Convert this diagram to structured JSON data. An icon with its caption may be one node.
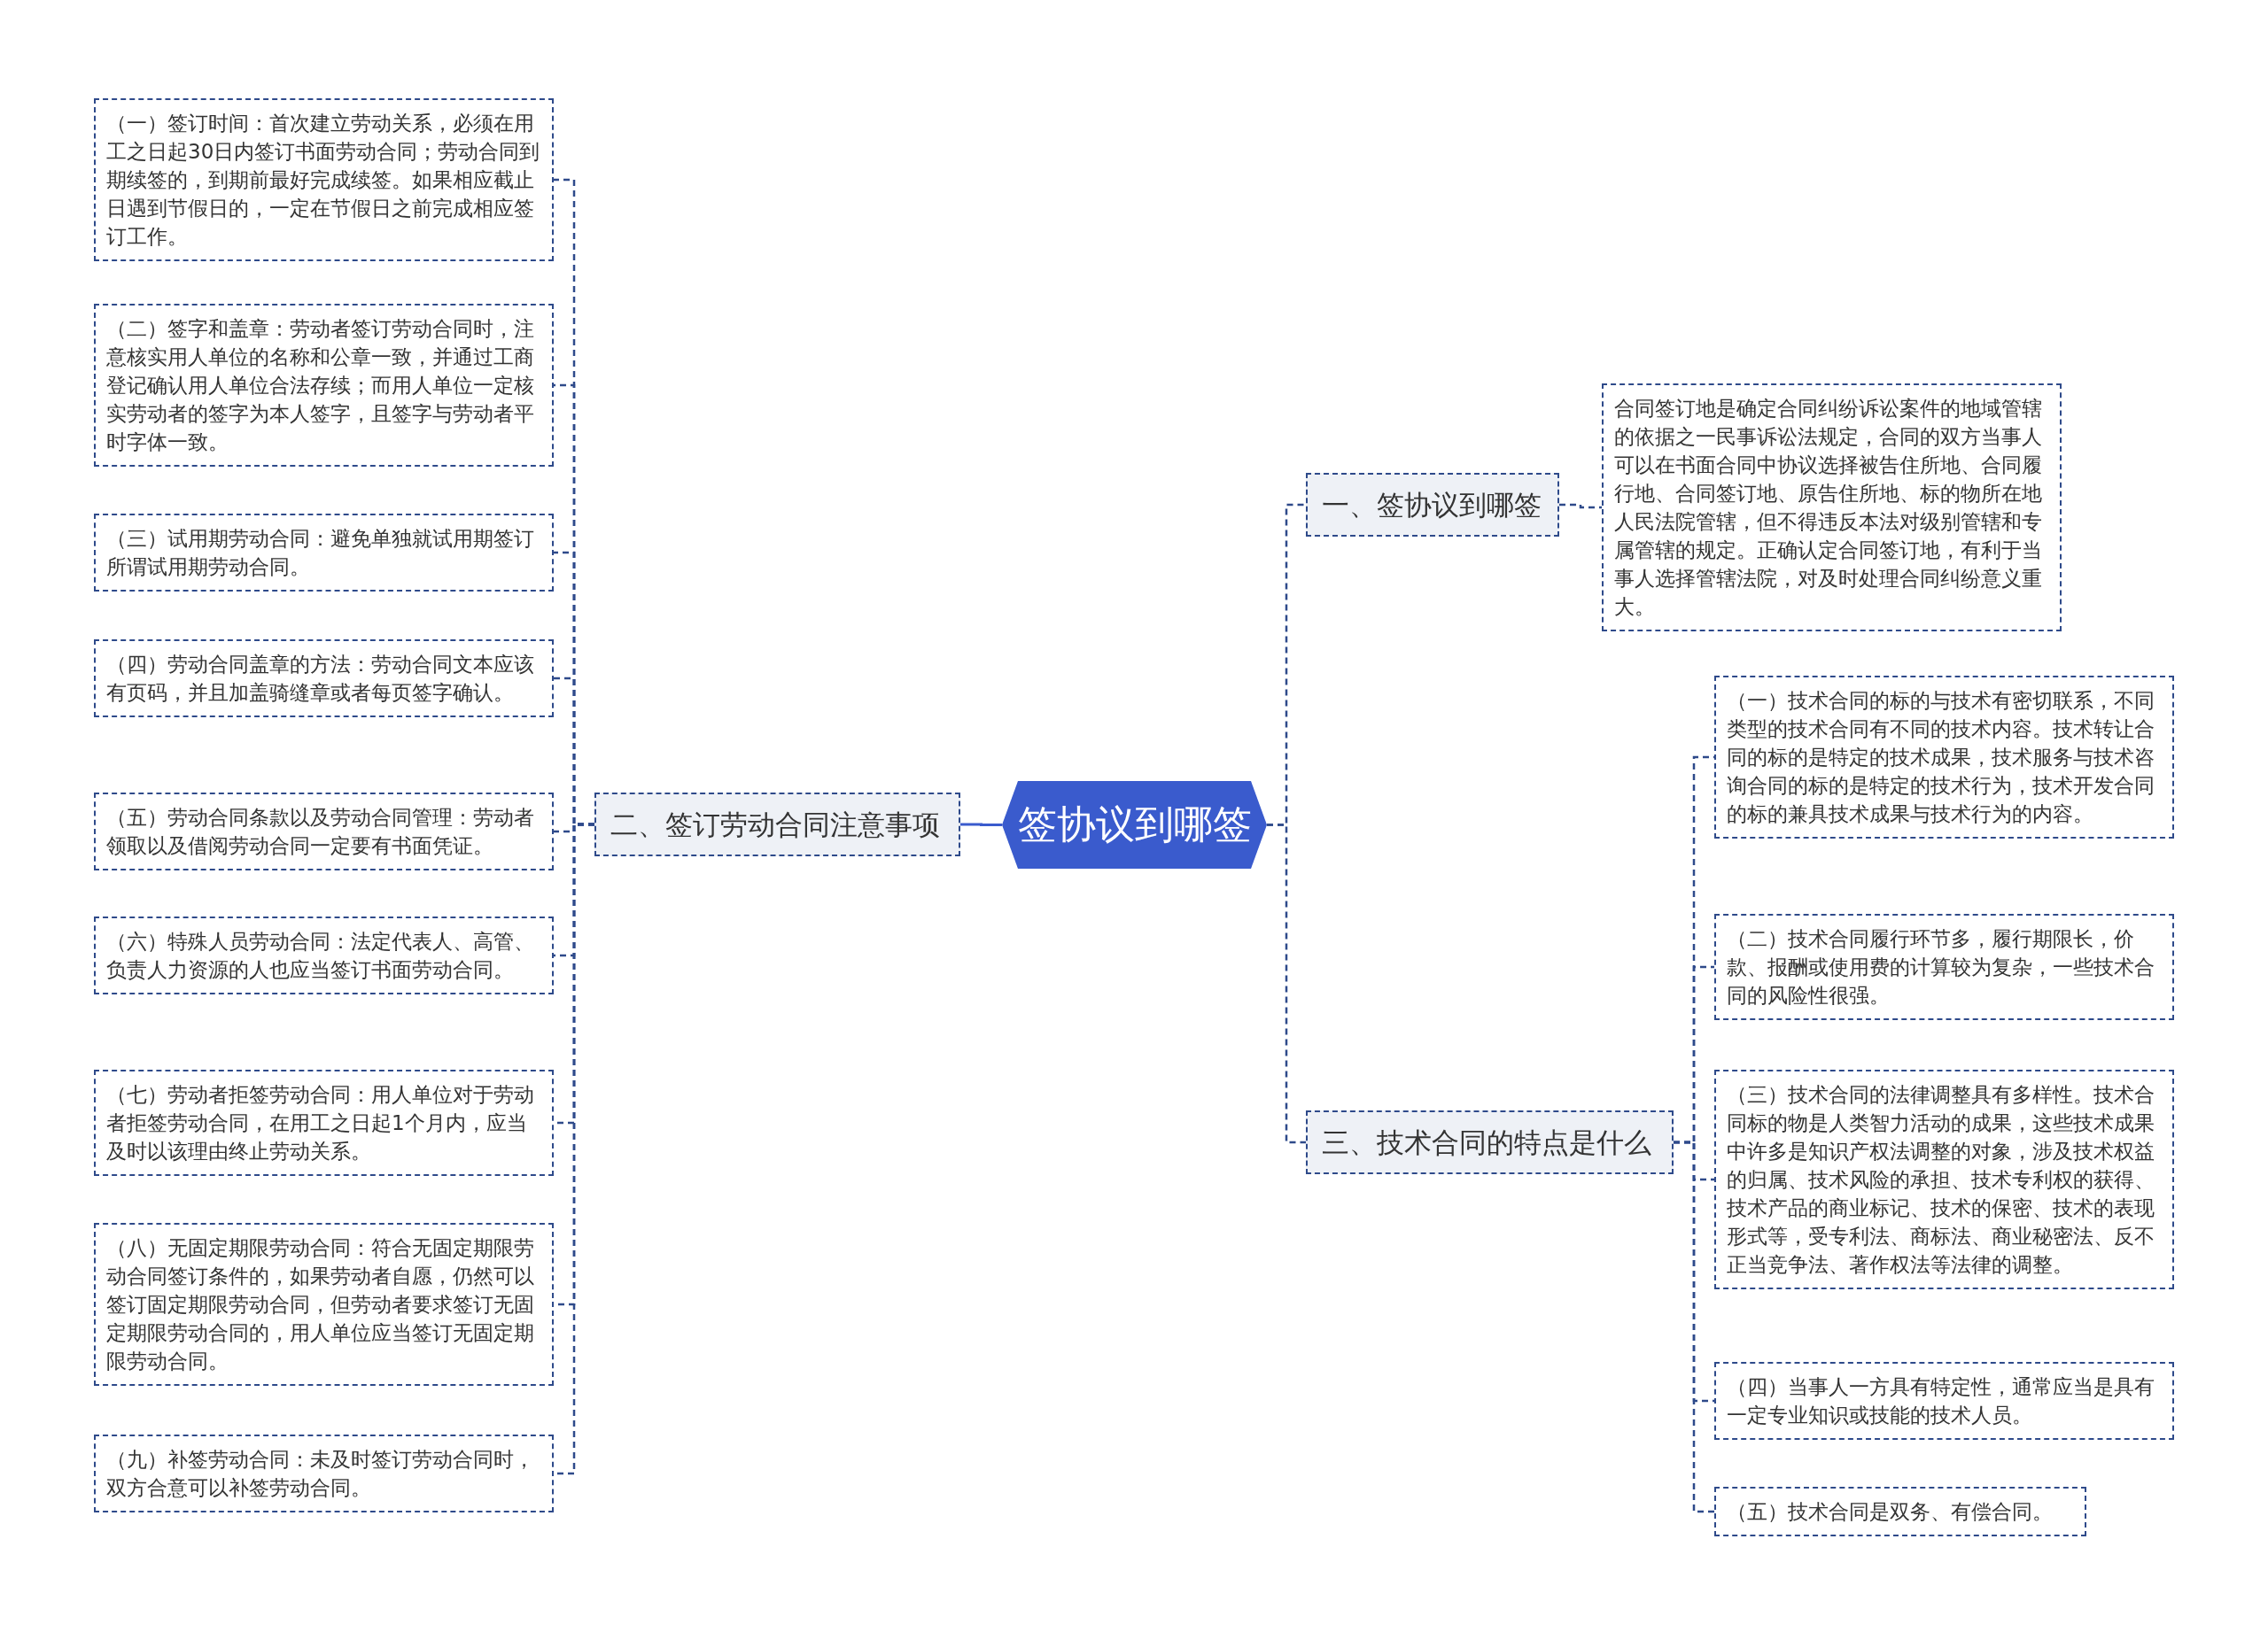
{
  "diagram": {
    "nodes": [
      {
        "text": [
          "签协议到哪签"
        ]
      },
      {
        "text": [
          "一、签协议到哪签"
        ]
      },
      {
        "text": [
          "合同签订地是确定合同纠纷诉讼案件的地域管辖的依据之一民事诉讼法规定，合同的双方当事人可以在书面合同中协议选择被告住所地、合同履行地、合同签订地、原告住所地、标的物所在地人民法院管辖，但不得违反本法对级别管辖和专属管辖的规定。正确认定合同签订地，有利于当事人选择管辖法院，对及时处理合同纠纷意义重大。"
        ]
      },
      {
        "text": [
          "二、签订劳动合同注意事项"
        ]
      },
      {
        "text": [
          "（一）签订时间：首次建立劳动关系，必须在用工之日起30日内签订书面劳动合同；劳动合同到期续签的，到期前最好完成续签。如果相应截止日遇到节假日的，一定在节假日之前完成相应签订工作。"
        ]
      },
      {
        "text": [
          "（二）签字和盖章：劳动者签订劳动合同时，注意核实用人单位的名称和公章一致，并通过工商登记确认用人单位合法存续；而用人单位一定核实劳动者的签字为本人签字，且签字与劳动者平时字体一致。"
        ]
      },
      {
        "text": [
          "（三）试用期劳动合同：避免单独就试用期签订所谓试用期劳动合同。"
        ]
      },
      {
        "text": [
          "（四）劳动合同盖章的方法：劳动合同文本应该有页码，并且加盖骑缝章或者每页签字确认。"
        ]
      },
      {
        "text": [
          "（五）劳动合同条款以及劳动合同管理：劳动者领取以及借阅劳动合同一定要有书面凭证。"
        ]
      },
      {
        "text": [
          "（六）特殊人员劳动合同：法定代表人、高管、负责人力资源的人也应当签订书面劳动合同。"
        ]
      },
      {
        "text": [
          "（七）劳动者拒签劳动合同：用人单位对于劳动者拒签劳动合同，在用工之日起1个月内，应当及时以该理由终止劳动关系。"
        ]
      },
      {
        "text": [
          "（八）无固定期限劳动合同：符合无固定期限劳动合同签订条件的，如果劳动者自愿，仍然可以签订固定期限劳动合同，但劳动者要求签订无固定期限劳动合同的，用人单位应当签订无固定期限劳动合同。"
        ]
      },
      {
        "text": [
          "（九）补签劳动合同：未及时签订劳动合同时，双方合意可以补签劳动合同。"
        ]
      },
      {
        "text": [
          "三、技术合同的特点是什么"
        ]
      },
      {
        "text": [
          "（一）技术合同的标的与技术有密切联系，不同类型的技术合同有不同的技术内容。技术转让合同的标的是特定的技术成果，技术服务与技术咨询合同的标的是特定的技术行为，技术开发合同的标的兼具技术成果与技术行为的内容。"
        ]
      },
      {
        "text": [
          "（二）技术合同履行环节多，履行期限长，价款、报酬或使用费的计算较为复杂，一些技术合同的风险性很强。"
        ]
      },
      {
        "text": [
          "（三）技术合同的法律调整具有多样性。技术合同标的物是人类智力活动的成果，这些技术成果中许多是知识产权法调整的对象，涉及技术权益的归属、技术风险的承担、技术专利权的获得、技术产品的商业标记、技术的保密、技术的表现形式等，受专利法、商标法、商业秘密法、反不正当竞争法、著作权法等法律的调整。"
        ]
      },
      {
        "text": [
          "（四）当事人一方具有特定性，通常应当是具有一定专业知识或技能的技术人员。"
        ]
      },
      {
        "text": [
          "（五）技术合同是双务、有偿合同。"
        ]
      }
    ],
    "edges": [
      {
        "from": 0,
        "to": 1,
        "arrow": "none",
        "style": "dashed"
      },
      {
        "from": 1,
        "to": 2,
        "arrow": "none",
        "style": "dashed"
      },
      {
        "from": 0,
        "to": 3,
        "arrow": "none"
      },
      {
        "from": 3,
        "to": 4,
        "arrow": "none",
        "style": "dashed"
      },
      {
        "from": 3,
        "to": 5,
        "arrow": "none",
        "style": "dashed"
      },
      {
        "from": 3,
        "to": 6,
        "arrow": "none",
        "style": "dashed"
      },
      {
        "from": 3,
        "to": 7,
        "arrow": "none",
        "style": "dashed"
      },
      {
        "from": 3,
        "to": 8,
        "arrow": "none",
        "style": "dashed"
      },
      {
        "from": 3,
        "to": 9,
        "arrow": "none",
        "style": "dashed"
      },
      {
        "from": 3,
        "to": 10,
        "arrow": "none",
        "style": "dashed"
      },
      {
        "from": 3,
        "to": 11,
        "arrow": "none",
        "style": "dashed"
      },
      {
        "from": 3,
        "to": 12,
        "arrow": "none",
        "style": "dashed"
      },
      {
        "from": 0,
        "to": 13,
        "arrow": "none",
        "style": "dashed"
      },
      {
        "from": 13,
        "to": 14,
        "arrow": "none",
        "style": "dashed"
      },
      {
        "from": 13,
        "to": 15,
        "arrow": "none",
        "style": "dashed"
      },
      {
        "from": 13,
        "to": 16,
        "arrow": "none",
        "style": "dashed"
      },
      {
        "from": 13,
        "to": 17,
        "arrow": "none",
        "style": "dashed"
      },
      {
        "from": 13,
        "to": 18,
        "arrow": "none",
        "style": "dashed"
      }
    ]
  }
}
